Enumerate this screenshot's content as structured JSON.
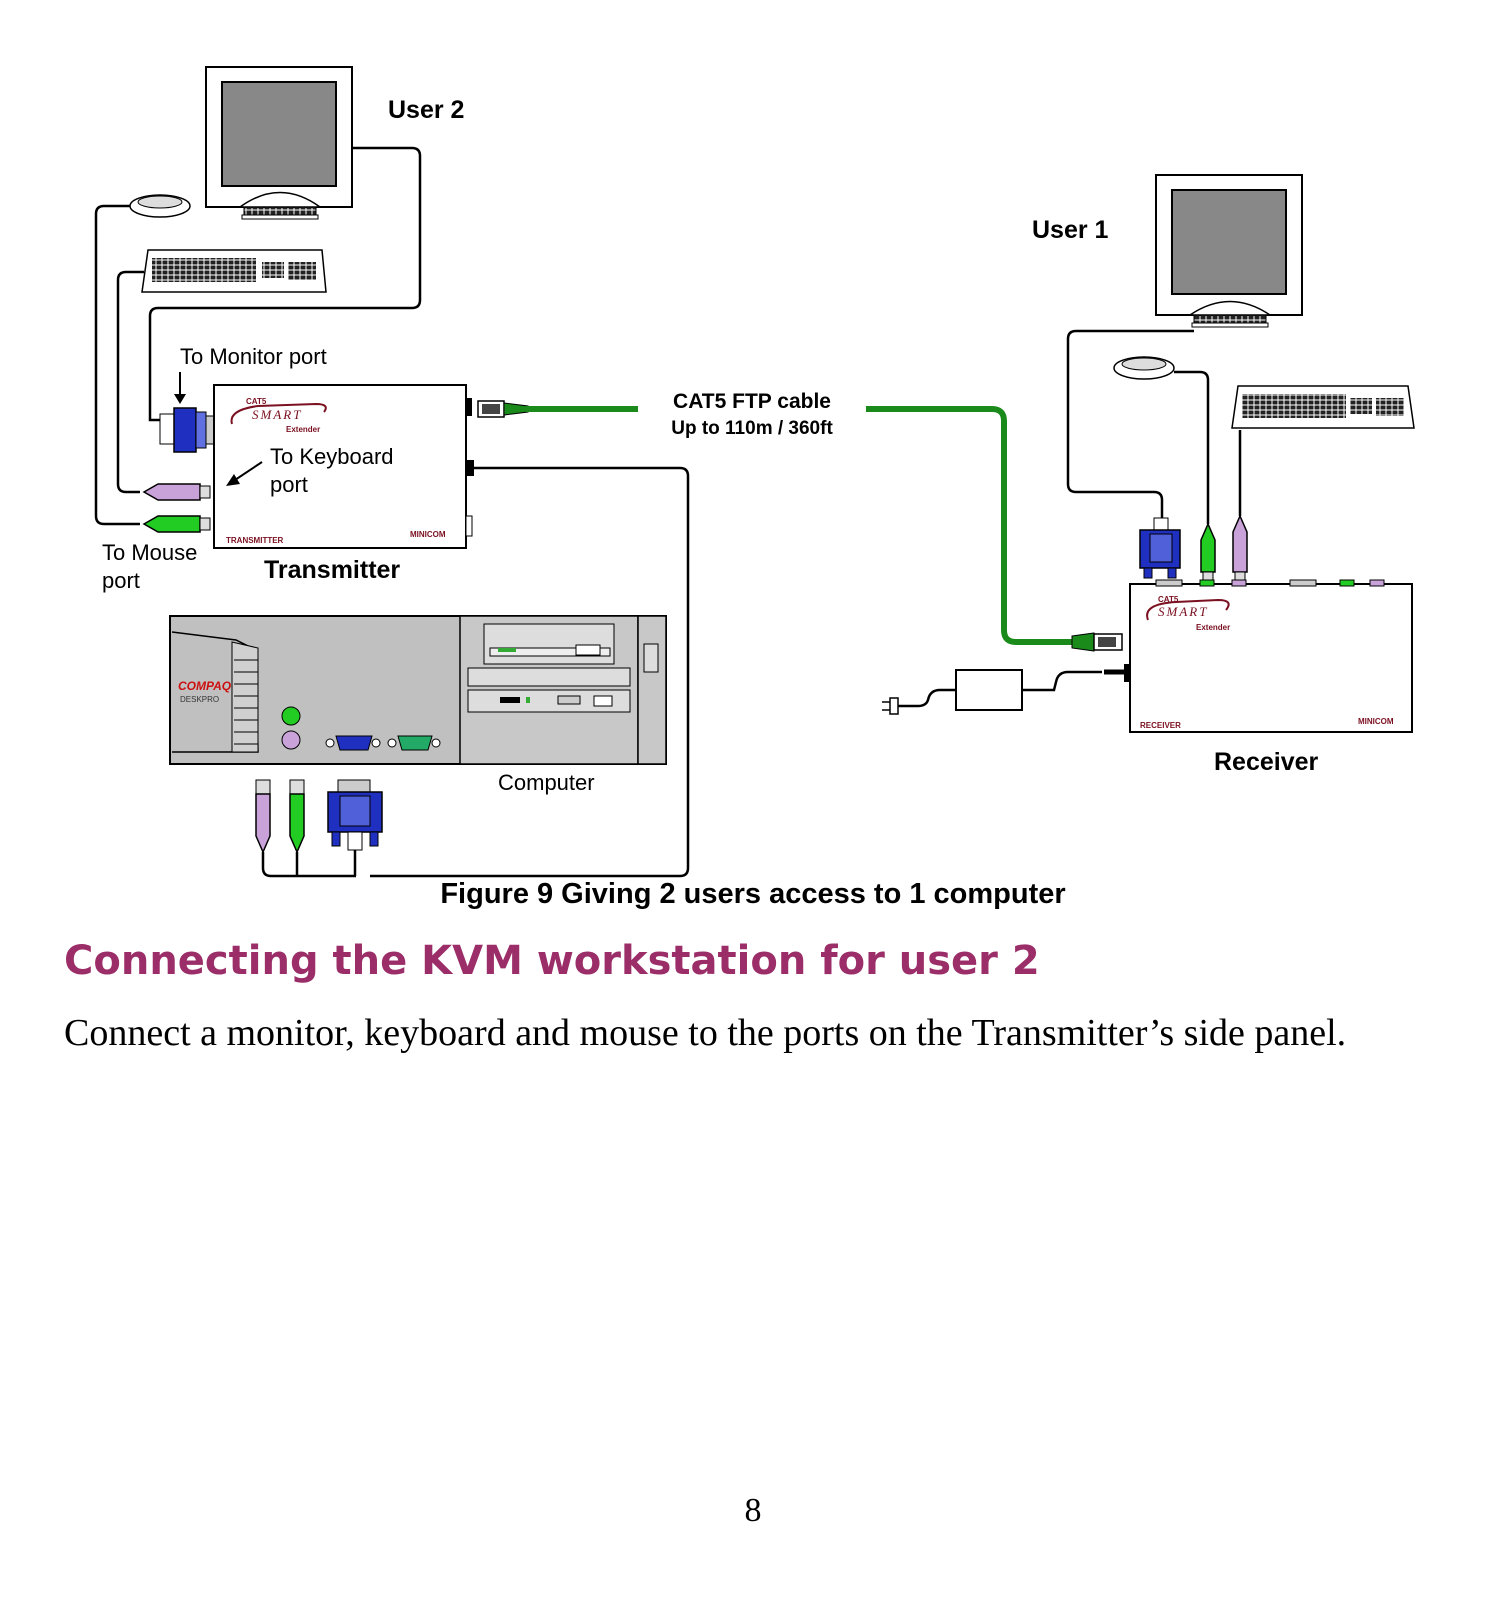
{
  "figure": {
    "labels": {
      "user2": "User 2",
      "user1": "User 1",
      "to_monitor_port": "To Monitor port",
      "to_keyboard_port_line1": "To Keyboard",
      "to_keyboard_port_line2": "port",
      "to_mouse_port_line1": "To Mouse",
      "to_mouse_port_line2": "port",
      "transmitter": "Transmitter",
      "receiver": "Receiver",
      "computer": "Computer",
      "cable_line1": "CAT5 FTP cable",
      "cable_line2": "Up to 110m / 360ft"
    },
    "device_text": {
      "brand": "SMART",
      "cat5": "CAT5",
      "extender": "Extender",
      "maker": "MINICOM",
      "transmitter_tag": "TRANSMITTER",
      "receiver_tag": "RECEIVER",
      "pc_maker": "COMPAQ",
      "pc_model": "DESKPRO"
    },
    "colors": {
      "cable_green": "#1a8a1a",
      "connector_purple": "#c8a2d8",
      "connector_green": "#22cc22",
      "connector_blue": "#1f2fbf",
      "brand_red": "#7a1020"
    },
    "caption": "Figure 9 Giving 2 users access to 1 computer"
  },
  "section": {
    "heading": "Connecting the KVM workstation for user 2",
    "body": "Connect a monitor, keyboard and mouse to the ports on the Transmitter’s side panel."
  },
  "page_number": "8"
}
